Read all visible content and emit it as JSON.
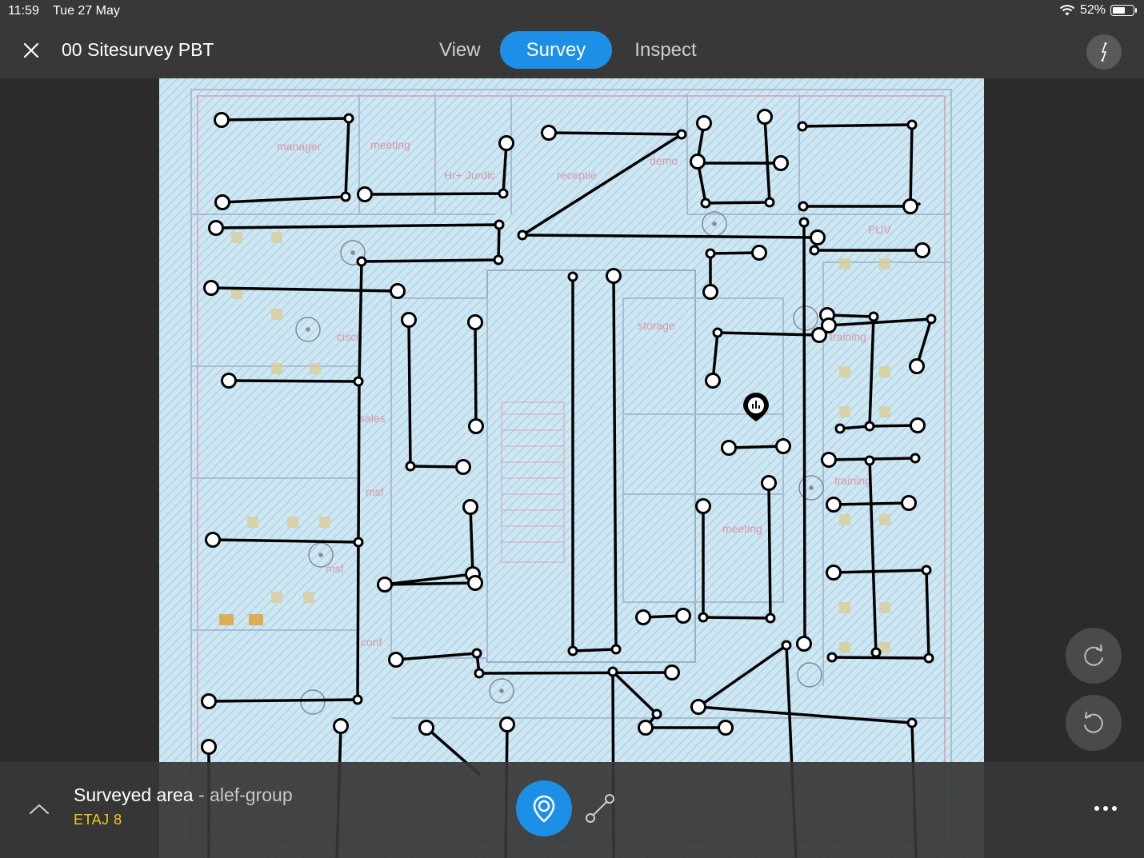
{
  "status_bar": {
    "time": "11:59",
    "date": "Tue 27 May",
    "battery": "52%"
  },
  "toolbar": {
    "project_title": "00 Sitesurvey PBT",
    "tabs": [
      {
        "label": "View",
        "active": false
      },
      {
        "label": "Survey",
        "active": true
      },
      {
        "label": "Inspect",
        "active": false
      }
    ],
    "close_icon": "close-icon",
    "compass_icon": "compass-icon",
    "accent_color": "#1d8fe6"
  },
  "floorplan": {
    "room_labels": [
      "manager",
      "meeting",
      "Hr+ Jurdic",
      "receptie",
      "demo",
      "PUV",
      "cisco",
      "storage",
      "training",
      "sales",
      "msf",
      "meeting",
      "training",
      "msf",
      "conf"
    ],
    "coverage_color": "#b7dcef",
    "path_color": "#000000"
  },
  "side_controls": {
    "redo_icon": "redo-icon",
    "undo_icon": "undo-icon"
  },
  "bottom_bar": {
    "area_label": "Surveyed area",
    "separator": " - ",
    "group_name": "alef-group",
    "floor_name": "ETAJ 8",
    "floor_color": "#f5c518",
    "expand_icon": "chevron-up-icon",
    "survey_mode_icon": "location-pin-icon",
    "path_tool_icon": "path-tool-icon",
    "more_icon": "more-icon"
  }
}
